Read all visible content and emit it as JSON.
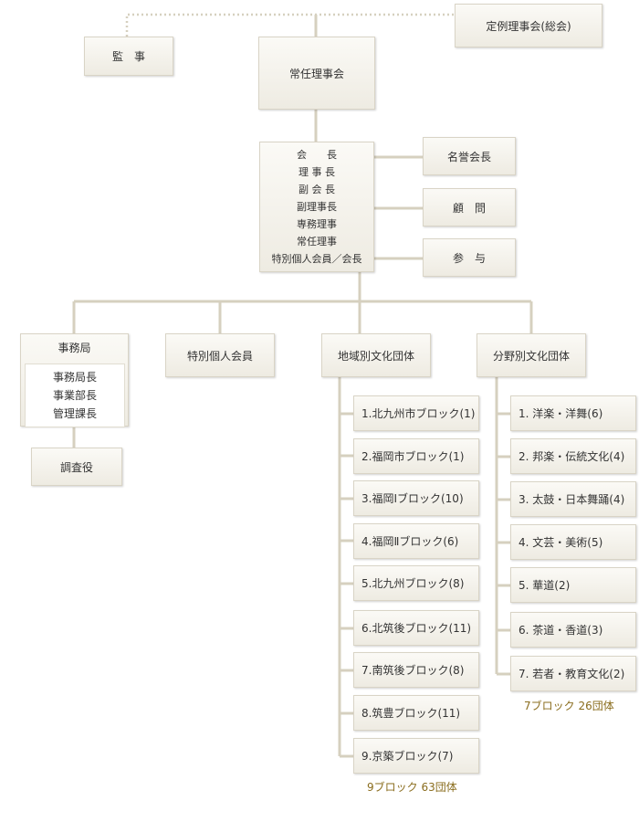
{
  "top": {
    "auditor": "監　事",
    "standing_board": "常任理事会",
    "regular_board": "定例理事会(総会)"
  },
  "officers": [
    "会　　長",
    "理 事 長",
    "副 会 長",
    "副理事長",
    "専務理事",
    "常任理事",
    "特別個人会員／会長"
  ],
  "advisors": {
    "honorary": "名誉会長",
    "adviser": "顧　問",
    "counselor": "参　与"
  },
  "secretariat": {
    "title": "事務局",
    "members": [
      "事務局長",
      "事業部長",
      "管理課長"
    ],
    "investigator": "調査役"
  },
  "special_members": "特別個人会員",
  "regional": {
    "title": "地域別文化団体",
    "items": [
      "1.北九州市ブロック(1)",
      "2.福岡市ブロック(1)",
      "3.福岡Ⅰブロック(10)",
      "4.福岡Ⅱブロック(6)",
      "5.北九州ブロック(8)",
      "6.北筑後ブロック(11)",
      "7.南筑後ブロック(8)",
      "8.筑豊ブロック(11)",
      "9.京築ブロック(7)"
    ],
    "summary": "9ブロック 63団体"
  },
  "genre": {
    "title": "分野別文化団体",
    "items": [
      "1. 洋楽・洋舞(6)",
      "2. 邦楽・伝統文化(4)",
      "3. 太鼓・日本舞踊(4)",
      "4. 文芸・美術(5)",
      "5. 華道(2)",
      "6. 茶道・香道(3)",
      "7. 若者・教育文化(2)"
    ],
    "summary": "7ブロック 26団体"
  },
  "colors": {
    "connector": "#d6d0bf",
    "box_border": "#d9d4c6",
    "summary_text": "#8a6d1e"
  }
}
